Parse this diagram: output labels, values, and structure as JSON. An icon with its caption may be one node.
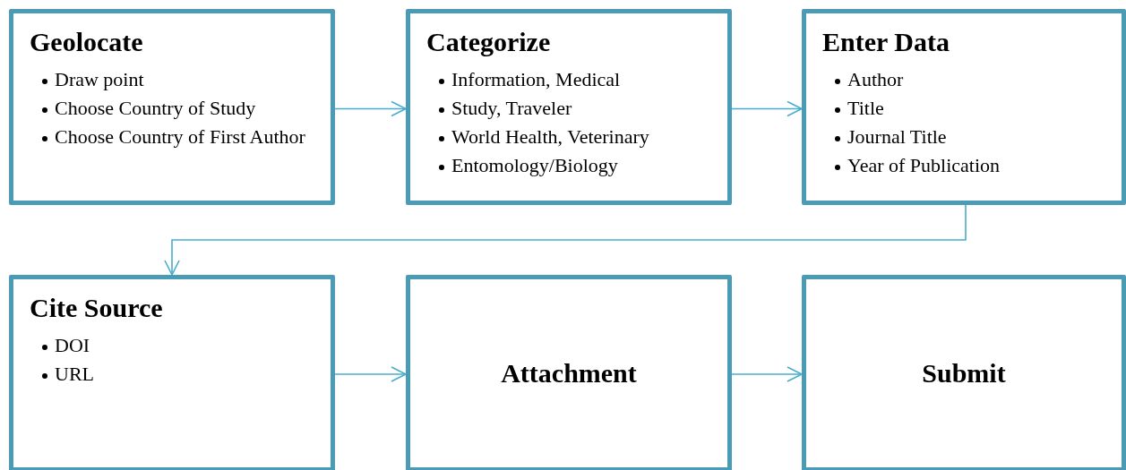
{
  "diagram": {
    "nodes": [
      {
        "text": [
          "Geolocate",
          "Draw point",
          "Choose Country of Study",
          "Choose Country of First Author"
        ]
      },
      {
        "text": [
          "Categorize",
          "Information, Medical",
          "Study, Traveler",
          "World Health, Veterinary",
          "Entomology/Biology"
        ]
      },
      {
        "text": [
          "Enter Data",
          "Author",
          "Title",
          "Journal Title",
          "Year of Publication"
        ]
      },
      {
        "text": [
          "Cite Source",
          "DOI",
          "URL"
        ]
      },
      {
        "text": [
          "Attachment"
        ]
      },
      {
        "text": [
          "Submit"
        ]
      }
    ],
    "edges": [
      {
        "from": 0,
        "to": 1,
        "arrow": "to"
      },
      {
        "from": 1,
        "to": 2,
        "arrow": "to"
      },
      {
        "from": 2,
        "to": 3,
        "arrow": "to"
      },
      {
        "from": 3,
        "to": 4,
        "arrow": "to"
      },
      {
        "from": 4,
        "to": 5,
        "arrow": "to"
      }
    ]
  }
}
